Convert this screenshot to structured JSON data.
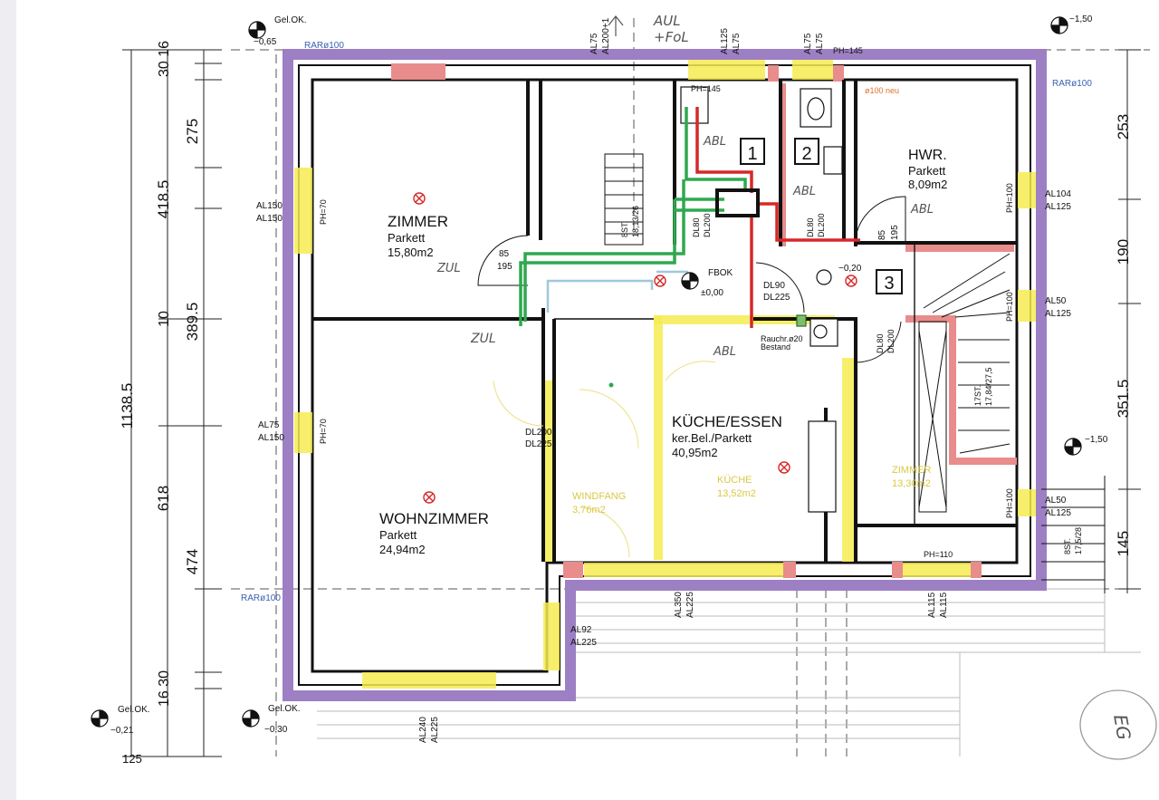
{
  "rooms": {
    "zimmer": {
      "name": "ZIMMER",
      "floor": "Parkett",
      "area": "15,80m2"
    },
    "wohnzimmer": {
      "name": "WOHNZIMMER",
      "floor": "Parkett",
      "area": "24,94m2"
    },
    "kueche_essen": {
      "name": "KÜCHE/ESSEN",
      "floor": "ker.Bel./Parkett",
      "area": "40,95m2"
    },
    "hwr": {
      "name": "HWR.",
      "floor": "Parkett",
      "area": "8,09m2"
    },
    "kueche_old": {
      "name": "KÜCHE",
      "area": "13,52m2"
    },
    "windfang": {
      "name": "WINDFANG",
      "area": "3,76m2"
    },
    "zimmer_old": {
      "name": "ZIMMER",
      "area": "13,30m2"
    }
  },
  "markers": [
    "1",
    "2",
    "3"
  ],
  "levels": {
    "tl": {
      "label": "Gel.OK.",
      "value": "−0,65"
    },
    "tr": {
      "value": "−1,50"
    },
    "mr": {
      "value": "−1,50"
    },
    "bl1": {
      "label": "Gel.OK.",
      "value": "−0,21"
    },
    "bl2": {
      "label": "Gel.OK.",
      "value": "−0,30"
    },
    "hall_a": "±0,00",
    "hall_b": "−0,20"
  },
  "left_dims": {
    "total": "1138.5",
    "mid_a": "418.5",
    "mid_b": "389.5",
    "mid_c": "618",
    "d_30_16": "30 16",
    "d_275": "275",
    "d_10": "10",
    "d_474": "474",
    "d_30_16b": "16 30",
    "d_125": "125"
  },
  "right_dims": {
    "d_253": "253",
    "d_190": "190",
    "d_351": "351.5",
    "d_145": "145"
  },
  "rar": [
    "RARø100",
    "RARø100",
    "RARø100"
  ],
  "windows": {
    "al150": [
      "AL150",
      "AL150"
    ],
    "al75": [
      "AL75",
      "AL150"
    ],
    "al92": [
      "AL92",
      "AL225"
    ],
    "al240": [
      "AL240",
      "AL225"
    ],
    "al350": [
      "AL350",
      "AL225"
    ],
    "al115": [
      "AL115",
      "AL115"
    ],
    "al104": [
      "AL104",
      "AL125"
    ],
    "al50a": [
      "AL50",
      "AL125"
    ],
    "al50b": [
      "AL50",
      "AL125"
    ],
    "top1": [
      "AL75",
      "AL200+1"
    ],
    "top2": [
      "AL125",
      "AL75"
    ],
    "top3": [
      "AL75",
      "AL75"
    ],
    "ph145_top": "PH=145",
    "ph145_in": "PH=145",
    "ph70a": "PH=70",
    "ph70b": "PH=70",
    "ph100a": "PH=100",
    "ph100b": "PH=100",
    "ph100c": "PH=100",
    "ph110": "PH=110"
  },
  "doors": {
    "d85_195a": [
      "85",
      "195"
    ],
    "d85_195b": [
      "85",
      "195"
    ],
    "dl80_200a": [
      "DL80",
      "DL200"
    ],
    "dl80_200b": [
      "DL80",
      "DL200"
    ],
    "dl80_200c": [
      "DL80",
      "DL200"
    ],
    "dl90_225": [
      "DL90",
      "DL225"
    ],
    "dl200_225": [
      "DL200",
      "DL225"
    ]
  },
  "stairs": {
    "st_a": [
      "8ST.",
      "18,13/26"
    ],
    "st_b": [
      "17ST.",
      "17,84/27,5"
    ],
    "st_c": [
      "8ST.",
      "17,5/28"
    ]
  },
  "misc": {
    "fbok": "FBOK",
    "rauch": "Rauchr.ø20",
    "bestand": "Bestand",
    "hand_aul": "AUL",
    "hand_fol": "+FoL",
    "hand_abl1": "ABL",
    "hand_abl2": "ABL",
    "hand_abl3": "ABL",
    "hand_abl4": "ABL",
    "hand_zul1": "ZUL",
    "hand_zul2": "ZUL",
    "hand_eg": "EG",
    "neu": "ø100 neu"
  },
  "colors": {
    "wall": "#9d7fc4",
    "window": "#f6ec52",
    "pillar": "#e88c8c",
    "supply": "#2fa84f",
    "exhaust": "#d62828"
  }
}
